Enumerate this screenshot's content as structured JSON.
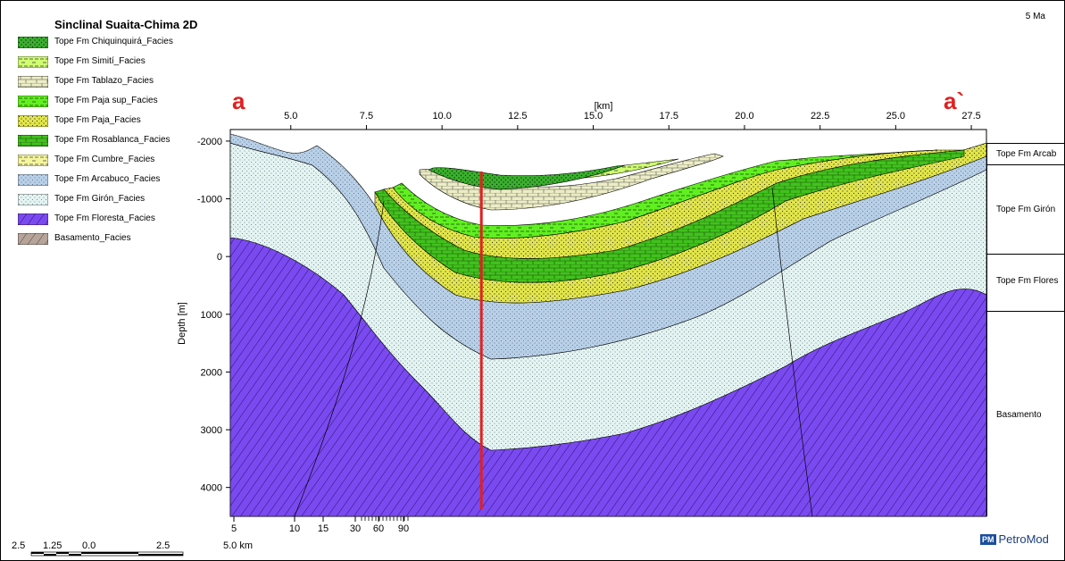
{
  "title": "Sinclinal Suaita-Chima 2D",
  "time_label": "5 Ma",
  "section_start": "a",
  "section_end": "a`",
  "legend": [
    {
      "label": "Tope Fm Chiquinquirá_Facies",
      "color": "#3bb02e",
      "pattern": "dots"
    },
    {
      "label": "Tope Fm Simití_Facies",
      "color": "#cfff70",
      "pattern": "dashes"
    },
    {
      "label": "Tope Fm Tablazo_Facies",
      "color": "#ecedc4",
      "pattern": "bricks"
    },
    {
      "label": "Tope Fm Paja sup_Facies",
      "color": "#60f020",
      "pattern": "dashes"
    },
    {
      "label": "Tope Fm Paja_Facies",
      "color": "#e2e64a",
      "pattern": "dots"
    },
    {
      "label": "Tope Fm Rosablanca_Facies",
      "color": "#40c21c",
      "pattern": "bricks"
    },
    {
      "label": "Tope Fm Cumbre_Facies",
      "color": "#f5f59c",
      "pattern": "dashes"
    },
    {
      "label": "Tope Fm Arcabuco_Facies",
      "color": "#b8d0e8",
      "pattern": "dots"
    },
    {
      "label": "Tope Fm Girón_Facies",
      "color": "#e4f4f2",
      "pattern": "dots"
    },
    {
      "label": "Tope Fm Floresta_Facies",
      "color": "#7a4af0",
      "pattern": "hatch"
    },
    {
      "label": "Basamento_Facies",
      "color": "#b6a49a",
      "pattern": "hatch"
    }
  ],
  "x_axis": {
    "label": "[km]",
    "ticks": [
      "5.0",
      "7.5",
      "10.0",
      "12.5",
      "15.0",
      "17.5",
      "20.0",
      "22.5",
      "25.0",
      "27.5"
    ],
    "range_km": [
      3.0,
      28.0
    ]
  },
  "y_axis": {
    "label": "Depth [m]",
    "ticks": [
      "-2000",
      "-1000",
      "0",
      "1000",
      "2000",
      "3000",
      "4000"
    ],
    "range_m": [
      -2200,
      4500
    ]
  },
  "vertical_exaggeration_ticks": [
    "5",
    "10",
    "15",
    "30",
    "60",
    "90"
  ],
  "right_panel": [
    {
      "label": "Tope Fm Arcab"
    },
    {
      "label": "Tope Fm Girón"
    },
    {
      "label": "Tope Fm Flores"
    },
    {
      "label": "Basamento"
    }
  ],
  "scale_bar": {
    "labels": [
      "2.5",
      "1.25",
      "0.0",
      "2.5",
      "5.0 km"
    ]
  },
  "logo": {
    "mark": "PM",
    "text": "PetroMod"
  },
  "well_line_km": 11.3
}
